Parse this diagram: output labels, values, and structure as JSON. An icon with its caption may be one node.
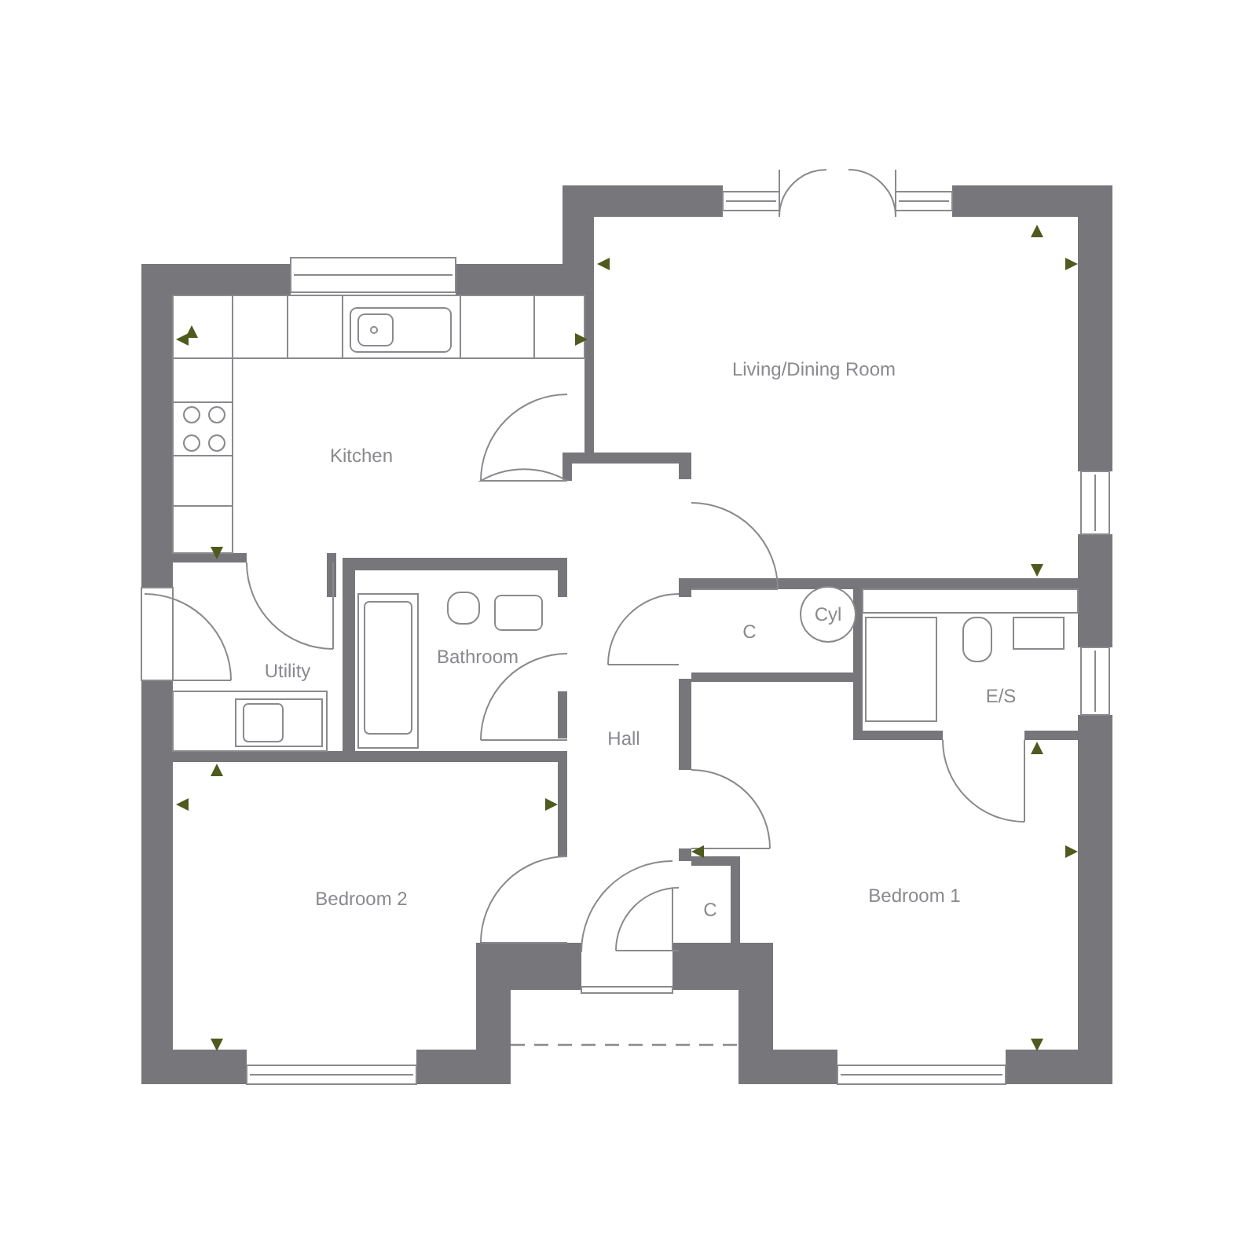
{
  "diagram": {
    "nodes": [
      {
        "text": [
          "Cyl"
        ]
      }
    ],
    "edges": [],
    "labels": [
      "Living/Dining Room",
      "Kitchen",
      "Utility",
      "Bathroom",
      "C",
      "Hall",
      "E/S",
      "Bedroom 2",
      "Bedroom 1",
      "C"
    ]
  }
}
